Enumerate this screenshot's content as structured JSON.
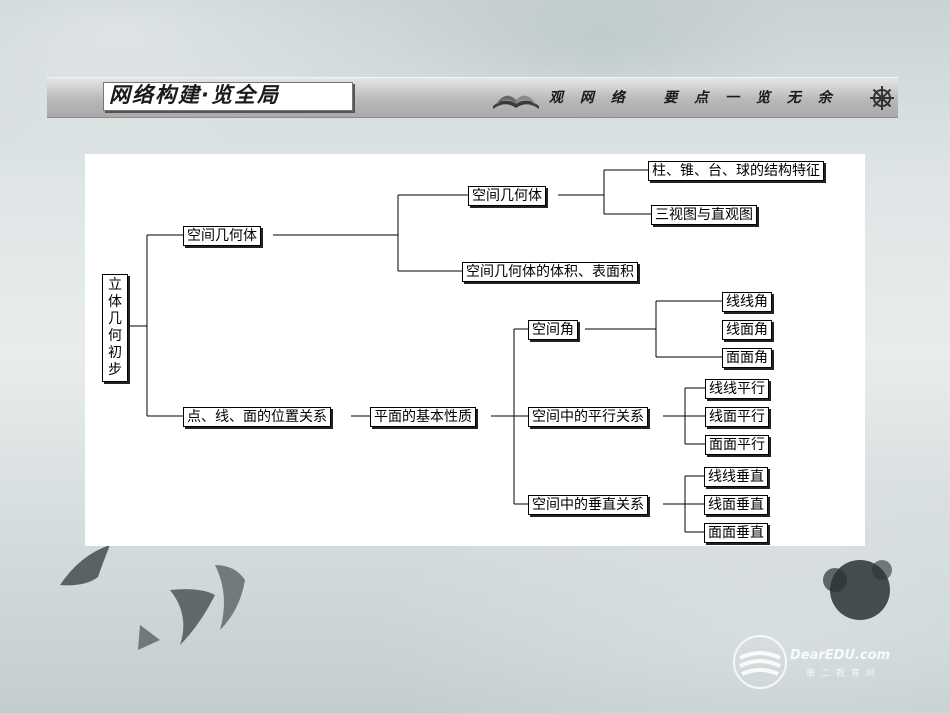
{
  "banner": {
    "title": "网络构建·览全局",
    "subtitle": "观 网 络   要 点 一 览 无 余"
  },
  "diagram": {
    "root": "立体几何初步",
    "l1_a": "空间几何体",
    "l1_b": "点、线、面的位置关系",
    "l2_a1": "空间几何体",
    "l2_a2": "空间几何体的体积、表面积",
    "l3_a1_1": "柱、锥、台、球的结构特征",
    "l3_a1_2": "三视图与直观图",
    "l2_b1": "平面的基本性质",
    "l3_b1": "空间角",
    "l3_b2": "空间中的平行关系",
    "l3_b3": "空间中的垂直关系",
    "l4_b1_1": "线线角",
    "l4_b1_2": "线面角",
    "l4_b1_3": "面面角",
    "l4_b2_1": "线线平行",
    "l4_b2_2": "线面平行",
    "l4_b2_3": "面面平行",
    "l4_b3_1": "线线垂直",
    "l4_b3_2": "线面垂直",
    "l4_b3_3": "面面垂直"
  },
  "watermark": {
    "brand": "DearEDU.com",
    "sub": "第二教育网"
  },
  "icons": {
    "book": "open-book-icon",
    "wheel": "dharma-wheel-icon",
    "fish": "koi-fish-icon",
    "logo": "deaedu-logo-icon"
  }
}
